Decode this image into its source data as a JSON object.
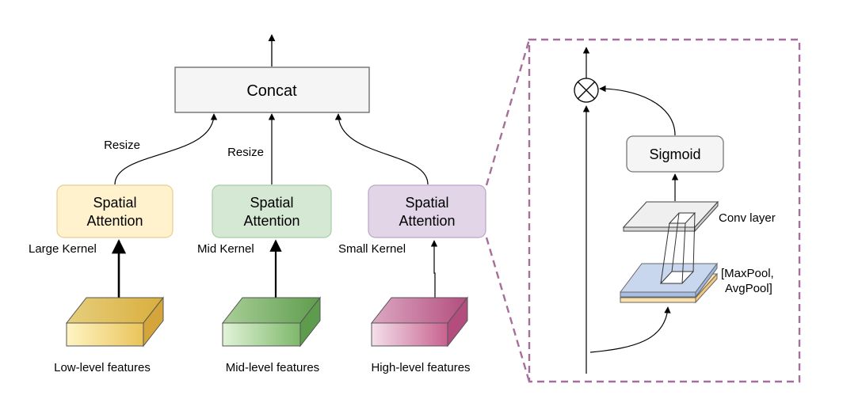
{
  "concat": {
    "label": "Concat"
  },
  "resize_labels": [
    "Resize",
    "Resize"
  ],
  "attention_blocks": [
    {
      "line1": "Spatial",
      "line2": "Attention",
      "kernel": "Large Kernel",
      "fill": "#FFF2CC",
      "stroke": "#E8D79A"
    },
    {
      "line1": "Spatial",
      "line2": "Attention",
      "kernel": "Mid Kernel",
      "fill": "#D5E8D4",
      "stroke": "#A9CBA5"
    },
    {
      "line1": "Spatial",
      "line2": "Attention",
      "kernel": "Small Kernel",
      "fill": "#E1D5E7",
      "stroke": "#BCA4C9"
    }
  ],
  "features": [
    {
      "label": "Low-level features",
      "color_dark": "#D2B24E",
      "color_light": "#FFF0B0"
    },
    {
      "label": "Mid-level features",
      "color_dark": "#6BA35A",
      "color_light": "#D6EFC8"
    },
    {
      "label": "High-level features",
      "color_dark": "#C0588A",
      "color_light": "#F3DCE8"
    }
  ],
  "detail": {
    "sigmoid_label": "Sigmoid",
    "conv_label": "Conv layer",
    "pool_label_line1": "[MaxPool,",
    "pool_label_line2": "AvgPool]",
    "multiply_symbol": "⊗",
    "dash_color": "#A66E9A"
  }
}
